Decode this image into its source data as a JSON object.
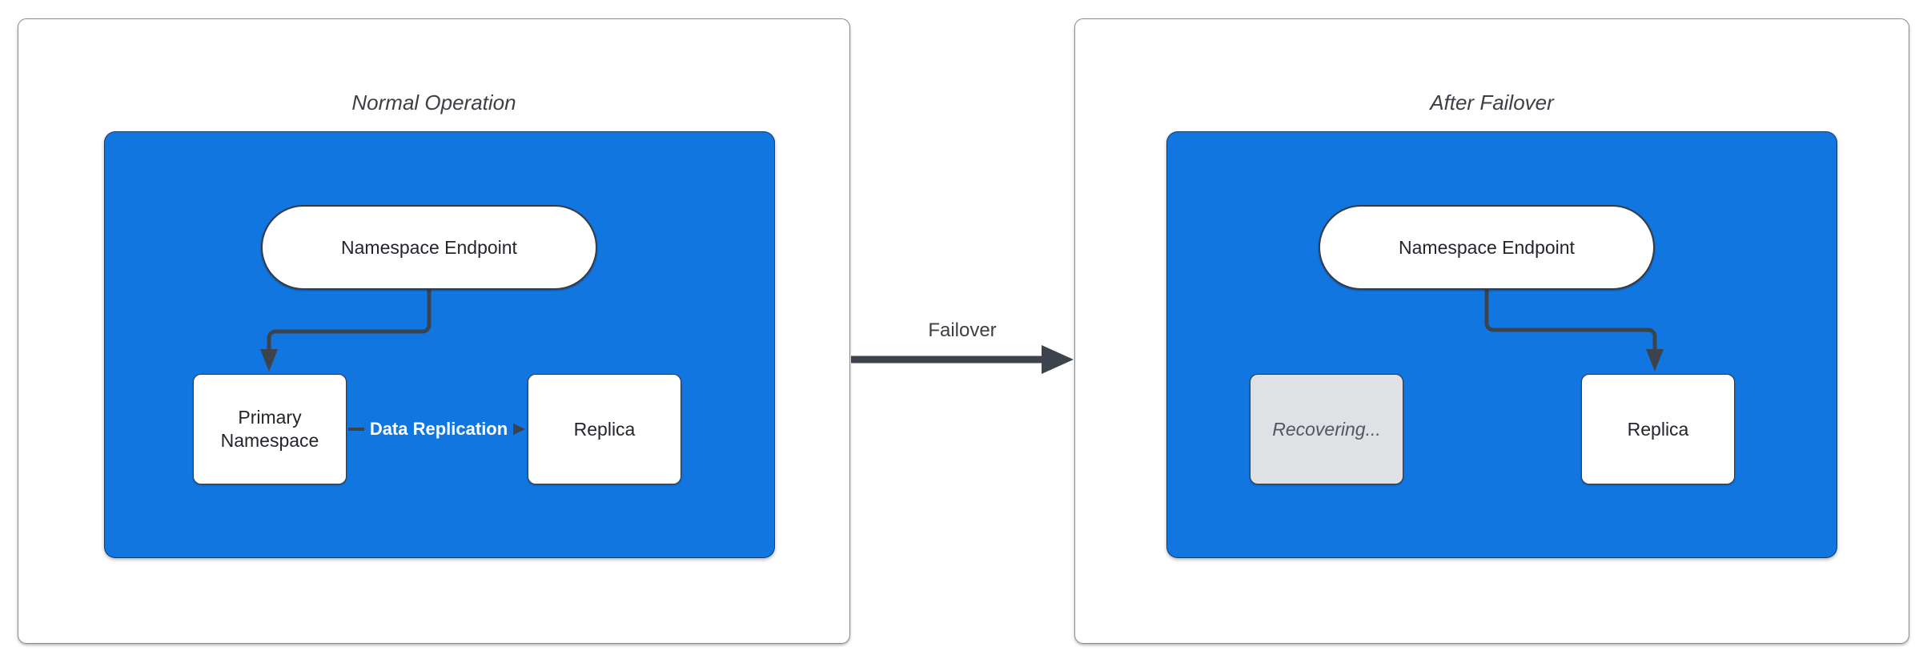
{
  "colors": {
    "canvas-bg": "#ffffff",
    "blue": "#1276e0",
    "panel-border": "#8c8c8c",
    "node-border": "#353b44",
    "connector": "#3d434d",
    "node-text": "#23262b",
    "title-color": "#3c4046",
    "recovering-bg": "#dfe1e4",
    "recovering-text": "#51575f"
  },
  "left_panel": {
    "title": "Normal Operation",
    "endpoint": "Namespace Endpoint",
    "primary": "Primary Namespace",
    "replica": "Replica",
    "replication_label": "Data Replication"
  },
  "right_panel": {
    "title": "After Failover",
    "endpoint": "Namespace Endpoint",
    "recovering": "Recovering...",
    "replica": "Replica"
  },
  "failover_label": "Failover"
}
